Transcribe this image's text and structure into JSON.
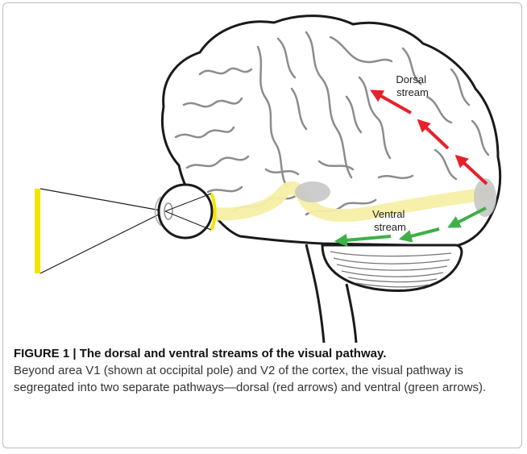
{
  "figure": {
    "labels": {
      "dorsal": [
        "Dorsal",
        "stream"
      ],
      "ventral": [
        "Ventral",
        "stream"
      ]
    },
    "colors": {
      "dorsal_arrows": "#e8202a",
      "ventral_arrows": "#3eb049",
      "visual_pathway": "#f5efa6",
      "visual_field_bar": "#f2e600",
      "cortex_regions": "#c8c8c8",
      "gyri": "#8c8c8c",
      "outline": "#1a1a1a"
    }
  },
  "caption": {
    "title": "FIGURE 1 | The dorsal and ventral streams of the visual pathway.",
    "body": "Beyond area V1 (shown at occipital pole) and V2 of the cortex, the visual pathway is segregated into two separate pathways—dorsal (red arrows) and ventral (green arrows)."
  }
}
